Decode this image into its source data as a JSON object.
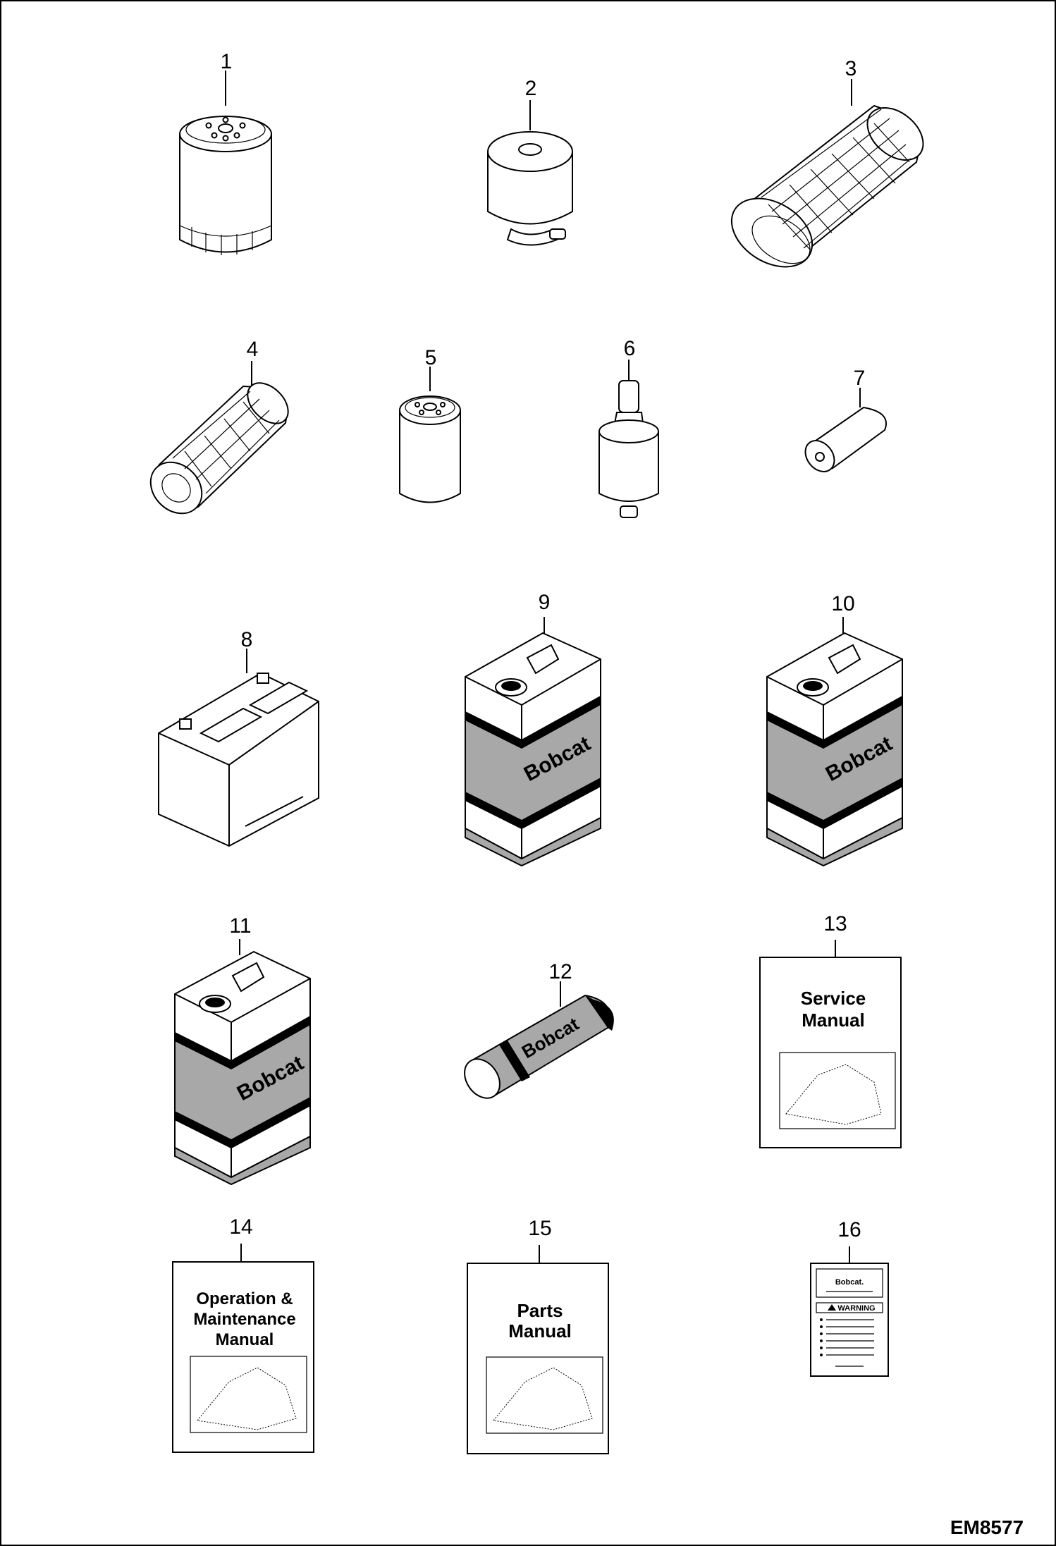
{
  "figure_id": "EM8577",
  "callouts": [
    "1",
    "2",
    "3",
    "4",
    "5",
    "6",
    "7",
    "8",
    "9",
    "10",
    "11",
    "12",
    "13",
    "14",
    "15",
    "16"
  ],
  "brand": "Bobcat",
  "manuals": {
    "service": [
      "Service",
      "Manual"
    ],
    "operation": [
      "Operation &",
      "Maintenance",
      "Manual"
    ],
    "parts": [
      "Parts",
      "Manual"
    ]
  },
  "decal": {
    "brand": "Bobcat.",
    "warning": "WARNING"
  },
  "colors": {
    "line": "#000000",
    "can_fill": "#a8a8a8",
    "background": "#ffffff"
  }
}
